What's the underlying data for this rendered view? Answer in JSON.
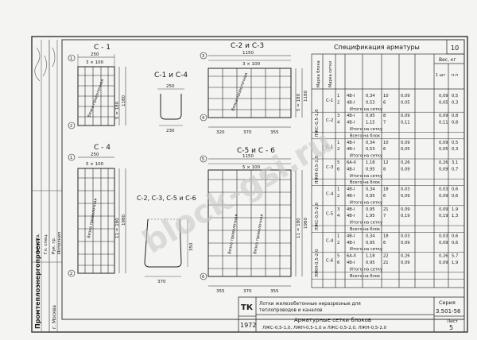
{
  "sheet": {
    "page_number": "10",
    "spec_title": "Спецификация арматуры",
    "weight_header": "Вес, кг",
    "weight_subheaders": [
      "1 шт",
      "п.п"
    ],
    "row_headers": [
      "Марка сетки",
      "Марка блока"
    ],
    "watermark": "block-gsi.ru"
  },
  "labels": {
    "c1": "С - 1",
    "c1c4": "С-1 и С-4",
    "c2c3": "С-2 и С-3",
    "c4": "С - 4",
    "c5c6": "С-5 и С - 6",
    "c2356": "С-2, С-3, С-5 и С-6"
  },
  "dims": {
    "c1_top": "250",
    "c1_pitch": "3 × 100",
    "c1_height": "5 = 180",
    "c1_full": "1180",
    "c14_top": "250",
    "c14_bottom": "230",
    "c23_top": "1150",
    "c23_pitch": "3 × 100",
    "c23_height": "5 = 180",
    "c23_full": "1180",
    "c23_b1": "320",
    "c23_b2": "370",
    "c23_b3": "355",
    "c4_top": "250",
    "c4_pitch": "5 × 100",
    "c4_height": "11 = 180",
    "c4_full": "1980",
    "c56_top": "1150",
    "c56_pitch": "5 × 100",
    "c56_height": "11 = 180",
    "c56_full": "1980",
    "c56_b1": "355",
    "c56_b2": "370",
    "c56_b3": "355",
    "c2356_bottom": "370",
    "c2356_side": "350"
  },
  "notes": {
    "bar_a": "Вязка проволочная",
    "bar_b": "Вязка проволочная"
  },
  "spec_rows": [
    {
      "block": "ЛЖС-0,5-1,0",
      "mark": "С-1",
      "pos": [
        "1",
        "2"
      ],
      "dia": [
        "4В-I",
        "4В-I"
      ],
      "len": [
        "0,34",
        "0,53"
      ],
      "cnt": [
        "10",
        "6"
      ],
      "unit": [
        "0,09",
        "0,05"
      ],
      "tot": [
        "0,5",
        "0,3"
      ]
    },
    {
      "block": "ЛЖС-0,5-1,0",
      "mark": "С-2",
      "pos": [
        "3",
        "4"
      ],
      "dia": [
        "4В-I",
        "4В-I"
      ],
      "len": [
        "0,95",
        "1,15"
      ],
      "cnt": [
        "8",
        "7"
      ],
      "unit": [
        "0,09",
        "0,11"
      ],
      "tot": [
        "0,8",
        "0,8"
      ]
    },
    {
      "block": "ЛЖН-0,5-1,0",
      "mark": "С-1",
      "pos": [
        "1",
        "2"
      ],
      "dia": [
        "4В-I",
        "4В-I"
      ],
      "len": [
        "0,34",
        "0,53"
      ],
      "cnt": [
        "10",
        "6"
      ],
      "unit": [
        "0,09",
        "0,05"
      ],
      "tot": [
        "0,5",
        "0,3"
      ]
    },
    {
      "block": "ЛЖН-0,5-1,0",
      "mark": "С-3",
      "pos": [
        "5",
        "6"
      ],
      "dia": [
        "6А-II",
        "4В-I"
      ],
      "len": [
        "1,18",
        "0,95"
      ],
      "cnt": [
        "12",
        "8"
      ],
      "unit": [
        "0,26",
        "0,09"
      ],
      "tot": [
        "3,1",
        "0,7"
      ]
    },
    {
      "block": "ЛЖС-0,5-2,0",
      "mark": "С-4",
      "pos": [
        "1",
        "2"
      ],
      "dia": [
        "4В-I",
        "4В-I"
      ],
      "len": [
        "0,34",
        "0,95"
      ],
      "cnt": [
        "18",
        "6"
      ],
      "unit": [
        "0,03",
        "0,09"
      ],
      "tot": [
        "0,6",
        "0,6"
      ]
    },
    {
      "block": "ЛЖС-0,5-2,0",
      "mark": "С-5",
      "pos": [
        "3",
        "4"
      ],
      "dia": [
        "4В-I",
        "4В-I"
      ],
      "len": [
        "0,95",
        "1,95"
      ],
      "cnt": [
        "21",
        "7"
      ],
      "unit": [
        "0,09",
        "0,19"
      ],
      "tot": [
        "1,9",
        "1,3"
      ]
    },
    {
      "block": "ЛЖН-0,5-2,0",
      "mark": "С-4",
      "pos": [
        "1",
        "2"
      ],
      "dia": [
        "4В-I",
        "4В-I"
      ],
      "len": [
        "0,34",
        "0,95"
      ],
      "cnt": [
        "18",
        "6"
      ],
      "unit": [
        "0,03",
        "0,09"
      ],
      "tot": [
        "0,6",
        "0,6"
      ]
    },
    {
      "block": "ЛЖН-0,5-2,0",
      "mark": "С-6",
      "pos": [
        "5",
        "6"
      ],
      "dia": [
        "6А-II",
        "4В-I"
      ],
      "len": [
        "1,18",
        "0,95"
      ],
      "cnt": [
        "22",
        "21"
      ],
      "unit": [
        "0,26",
        "0,09"
      ],
      "tot": [
        "5,7",
        "1,9"
      ]
    }
  ],
  "subtotals": {
    "per_mesh": "Итого на сетку",
    "per_block": "Всего на блок"
  },
  "title_block": {
    "code": "ТК",
    "year": "1972",
    "desc_line1": "Лотки железобетонные неразрезные для",
    "desc_line2": "теплопроводов и каналов",
    "drawing_title": "Арматурные сетки блоков",
    "drawing_sub": "ЛЖС-0,5-1,0, ЛЖН-0,5-1,0 и ЛЖС-0,5-2,0, ЛЖН-0,5-2,0",
    "series_label": "Серия",
    "series_value": "3.501-56",
    "sheet_label": "Лист",
    "sheet_value": "5"
  },
  "left_strip": {
    "org": "Промтеплоэнергопроект",
    "city": "г. Москва",
    "roles": [
      "Нач. отд.",
      "Гл. спец.",
      "Рук. гр.",
      "Исполнил"
    ]
  }
}
